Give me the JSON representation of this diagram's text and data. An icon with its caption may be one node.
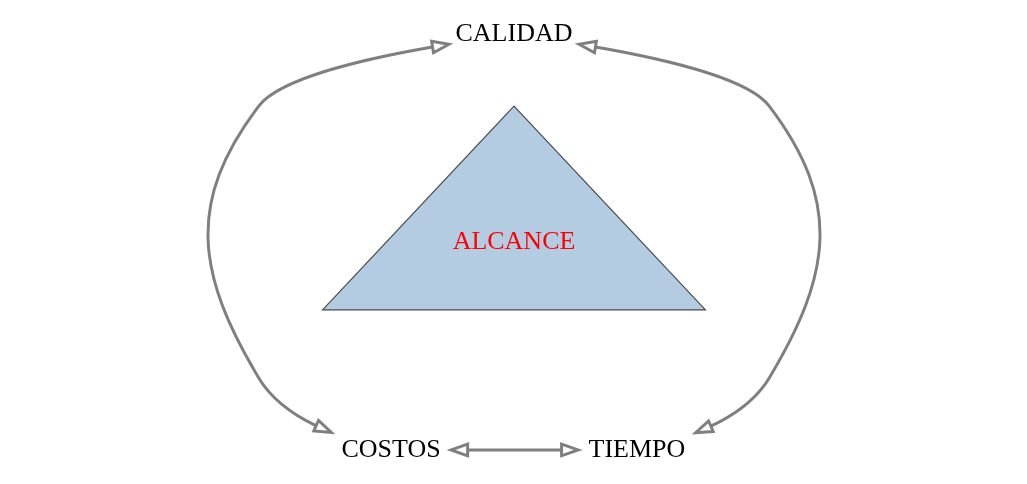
{
  "diagram": {
    "nodes": [
      {
        "text": [
          "CALIDAD"
        ]
      },
      {
        "text": [
          "ALCANCE"
        ]
      },
      {
        "text": [
          "COSTOS"
        ]
      },
      {
        "text": [
          "TIEMPO"
        ]
      }
    ],
    "edges": [
      {
        "from": 2,
        "to": 0,
        "arrow": "both"
      },
      {
        "from": 0,
        "to": 3,
        "arrow": "both"
      },
      {
        "from": 2,
        "to": 3,
        "arrow": "both"
      }
    ]
  }
}
